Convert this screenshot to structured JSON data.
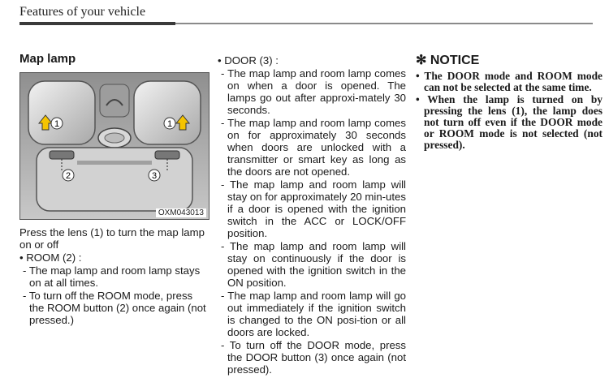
{
  "header": {
    "title": "Features of your vehicle"
  },
  "map_lamp": {
    "title": "Map lamp",
    "figure": {
      "code": "OXM043013",
      "callouts": [
        "1",
        "1",
        "2",
        "3"
      ]
    },
    "intro": "Press the lens (1) to turn the map lamp on or off",
    "room": {
      "label": "• ROOM (2) :",
      "items": [
        "- The map lamp and room lamp stays on at all times.",
        "- To turn off the ROOM mode, press the ROOM button (2) once again (not pressed.)"
      ]
    },
    "door": {
      "label": "• DOOR (3) :",
      "items": [
        "- The map lamp and room lamp comes on when a door is opened. The lamps go out after approxi-mately 30 seconds.",
        "- The map lamp and room lamp comes on for approximately 30 seconds when doors are unlocked with a transmitter or smart key as long as the doors are not opened.",
        "- The map lamp and room lamp will stay on for approximately 20 min-utes if a door is opened with the ignition switch in the ACC or LOCK/OFF position.",
        "- The map lamp and room lamp will stay on continuously if the door is opened with the ignition switch in the ON position.",
        "- The map lamp and room lamp will go out immediately if the ignition switch is changed to the ON posi-tion or all doors are locked.",
        "- To turn off the DOOR mode, press the DOOR button (3) once again (not pressed)."
      ]
    }
  },
  "notice": {
    "title": "✻ NOTICE",
    "items": [
      "• The DOOR mode and ROOM mode can not be selected at the same time.",
      "• When the lamp is turned on by pressing the lens (1), the lamp does not turn off even if the DOOR mode or ROOM mode is not selected (not pressed)."
    ]
  }
}
